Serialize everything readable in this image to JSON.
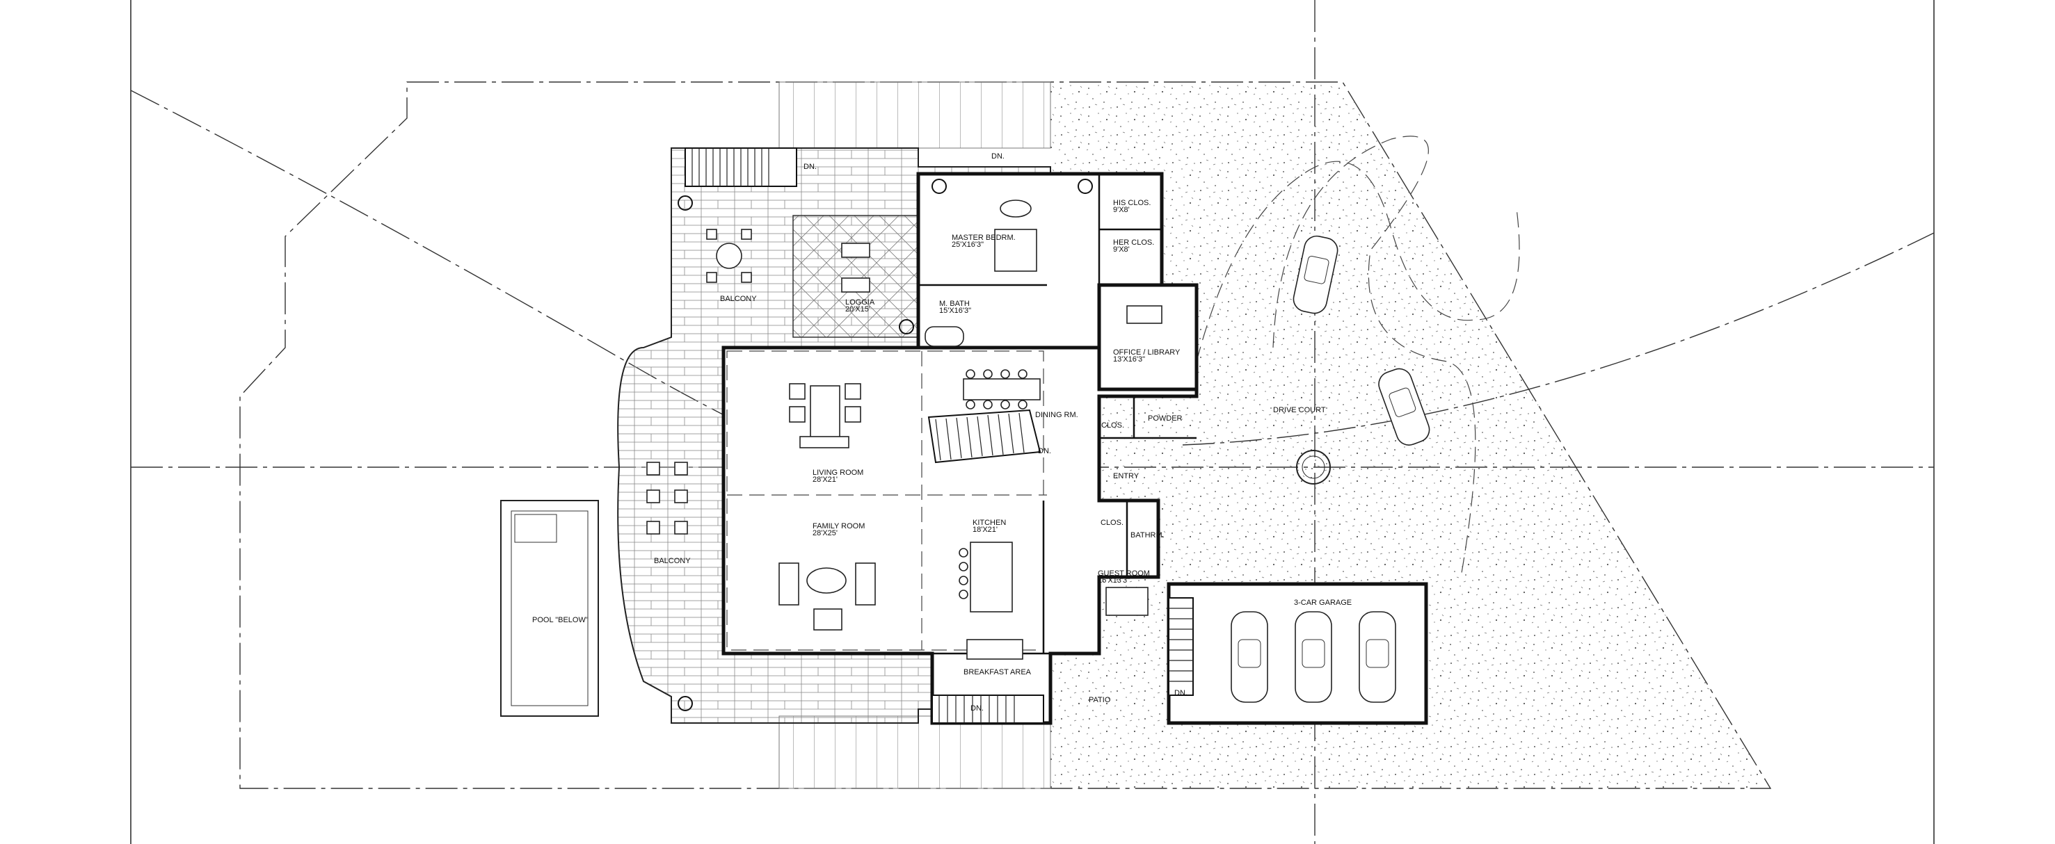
{
  "drawing": {
    "rooms": {
      "master_bedroom": {
        "name": "MASTER BEDRM.",
        "dims": "25'X16'3\""
      },
      "his_closet": {
        "name": "HIS CLOS.",
        "dims": "9'X8'"
      },
      "her_closet": {
        "name": "HER CLOS.",
        "dims": "9'X8'"
      },
      "master_bath": {
        "name": "M. BATH",
        "dims": "15'X16'3\""
      },
      "office": {
        "name": "OFFICE / LIBRARY",
        "dims": "13'X16'3\""
      },
      "loggia": {
        "name": "LOGGIA",
        "dims": "20'X15'"
      },
      "balcony_top": {
        "name": "BALCONY"
      },
      "balcony_left": {
        "name": "BALCONY"
      },
      "living_room": {
        "name": "LIVING ROOM",
        "dims": "28'X21'"
      },
      "dining_room": {
        "name": "DINING RM."
      },
      "family_room": {
        "name": "FAMILY ROOM",
        "dims": "28'X25'"
      },
      "kitchen": {
        "name": "KITCHEN",
        "dims": "18'X21'"
      },
      "breakfast": {
        "name": "BREAKFAST AREA"
      },
      "entry": {
        "name": "ENTRY"
      },
      "clos_1": {
        "name": "CLOS."
      },
      "powder": {
        "name": "POWDER"
      },
      "clos_2": {
        "name": "CLOS."
      },
      "bathrm": {
        "name": "BATHRM."
      },
      "guest_room": {
        "name": "GUEST ROOM",
        "dims": "16'X13'3\""
      },
      "patio": {
        "name": "PATIO"
      },
      "garage": {
        "name": "3-CAR GARAGE"
      },
      "drive_court": {
        "name": "DRIVE COURT"
      },
      "pool": {
        "name": "POOL \"BELOW\""
      }
    },
    "stair_notes": {
      "top_left": "DN.",
      "top_center": "DN.",
      "main": "DN.",
      "bottom": "DN.",
      "garage": "DN."
    }
  }
}
